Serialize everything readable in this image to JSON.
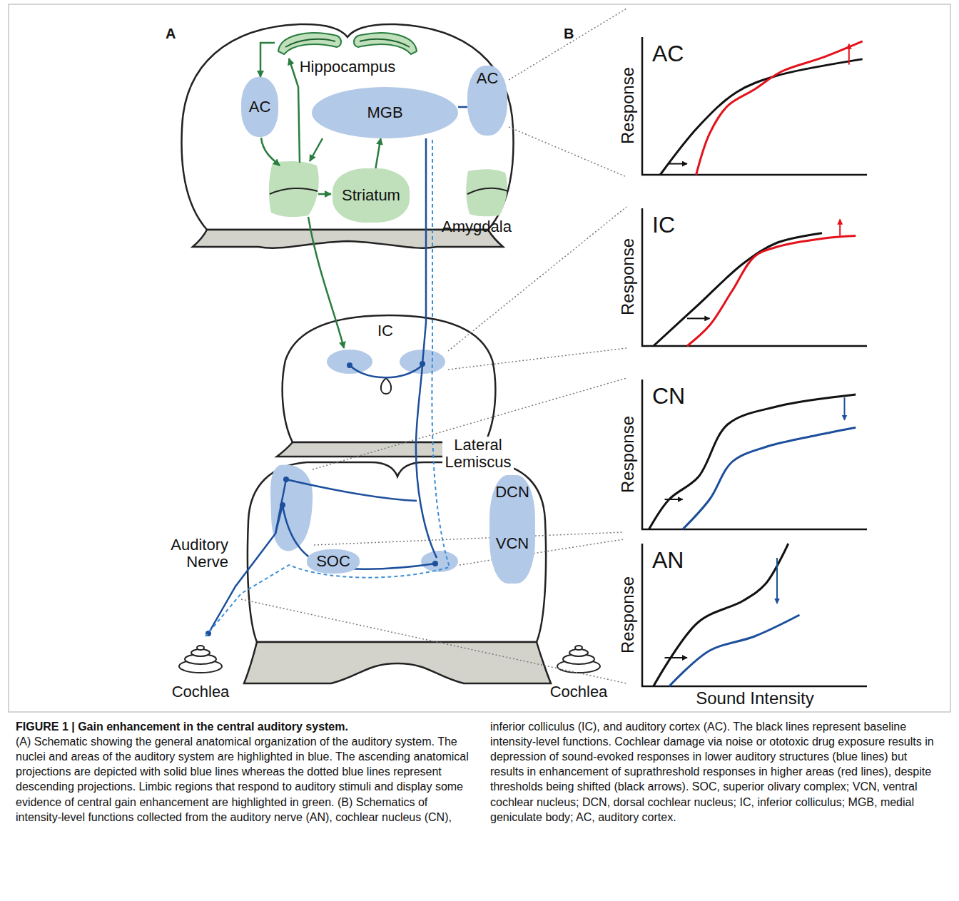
{
  "diagram": {
    "title": "FIGURE 1 | Gain enhancement in the central auditory system.",
    "caption": "(A) Schematic showing the general anatomical organization of the auditory system. The nuclei and areas of the auditory system are highlighted in blue. The ascending anatomical projections are depicted with solid blue lines whereas the dotted blue lines represent descending projections. Limbic regions that respond to auditory stimuli and display some evidence of central gain enhancement are highlighted in green. (B) Schematics of intensity-level functions collected from the auditory nerve (AN), cochlear nucleus (CN), inferior colliculus (IC), and auditory cortex (AC). The black lines represent baseline intensity-level functions. Cochlear damage via noise or ototoxic drug exposure results in depression of sound-evoked responses in lower auditory structures (blue lines) but results in enhancement of suprathreshold responses in higher areas (red lines), despite thresholds being shifted (black arrows). SOC, superior olivary complex; VCN, ventral cochlear nucleus; DCN, dorsal cochlear nucleus; IC, inferior colliculus; MGB, medial geniculate body; AC, auditory cortex.",
    "nodes": [
      {
        "text": [
          "Hippocampus"
        ]
      },
      {
        "text": [
          "AC"
        ]
      },
      {
        "text": [
          "MGB"
        ]
      },
      {
        "text": [
          "AC"
        ]
      },
      {
        "text": [
          "Striatum"
        ]
      },
      {
        "text": [
          "Amygdala"
        ]
      },
      {
        "text": [
          "IC"
        ]
      },
      {
        "text": [
          "DCN",
          "VCN"
        ]
      },
      {
        "text": [
          "SOC"
        ]
      },
      {
        "text": [
          "Cochlea"
        ]
      },
      {
        "text": [
          "Cochlea"
        ]
      },
      {
        "text": [
          "AC",
          "Response"
        ]
      },
      {
        "text": [
          "IC",
          "Response"
        ]
      },
      {
        "text": [
          "CN",
          "Response"
        ]
      },
      {
        "text": [
          "AN",
          "Response"
        ]
      }
    ],
    "edges": [
      {
        "from": 0,
        "to": 1,
        "arrow": "to"
      },
      {
        "from": 4,
        "to": 2,
        "arrow": "to"
      },
      {
        "from": 2,
        "to": 3,
        "arrow": "none"
      },
      {
        "from": 6,
        "to": 2,
        "arrow": "none"
      }
    ],
    "labels": [
      "A",
      "B",
      "Lateral Lemiscus",
      "Auditory Nerve",
      "Sound Intensity"
    ]
  }
}
